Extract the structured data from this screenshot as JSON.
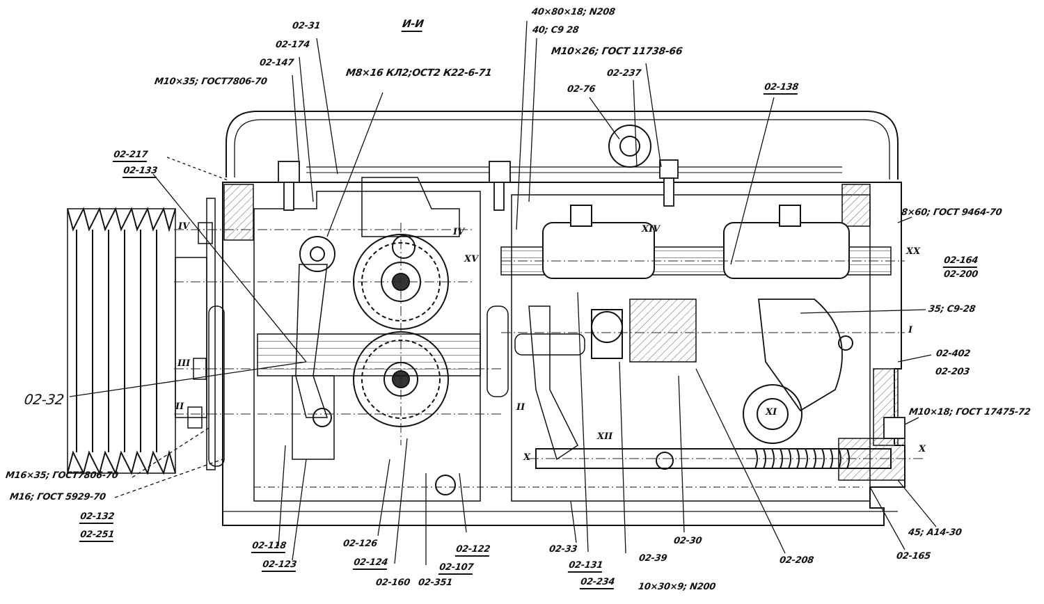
{
  "section_title": "И-И",
  "labels": {
    "p02_31": "02-31",
    "p02_174": "02-174",
    "p02_147": "02-147",
    "m10x35_top": "M10×35; ГОСТ7806-70",
    "m8x16": "M8×16 КЛ2;ОСТ2 К22-6-71",
    "bearing_40x80": "40×80×18; N208",
    "p40_c9_28": "40; C9 28",
    "m10x26": "M10×26; ГОСТ 11738-66",
    "p02_237": "02-237",
    "p02_76": "02-76",
    "p02_138": "02-138",
    "p8x60": "8×60; ГОСТ 9464-70",
    "p02_164": "02-164",
    "p02_200": "02-200",
    "p35_c9_28": "35; C9-28",
    "p02_402": "02-402",
    "p02_203": "02-203",
    "m10x18": "M10×18; ГОСТ 17475-72",
    "p45_a14_30": "45; A14-30",
    "p02_165": "02-165",
    "p02_208": "02-208",
    "p10x30": "10×30×9; N200",
    "p02_30": "02-30",
    "p02_39": "02-39",
    "p02_234": "02-234",
    "p02_131": "02-131",
    "p02_33": "02-33",
    "p02_122": "02-122",
    "p02_107": "02-107",
    "p02_351": "02-351",
    "p02_160": "02-160",
    "p02_124": "02-124",
    "p02_126": "02-126",
    "p02_123": "02-123",
    "p02_118": "02-118",
    "p02_251": "02-251",
    "p02_132": "02-132",
    "m16_gost": "M16; ГОСТ 5929-70",
    "m16x35": "M16×35; ГОСТ7806-70",
    "p02_32": "02-32",
    "p02_217": "02-217",
    "p02_133": "02-133"
  },
  "roman_marks": {
    "iv_left": "IV",
    "iii": "III",
    "ii_left": "II",
    "iv_mid": "IV",
    "xv": "XV",
    "xiv": "XIV",
    "xx": "XX",
    "i": "I",
    "ii_mid": "II",
    "x_left": "X",
    "x_right": "X",
    "xi": "XI",
    "xii": "XII"
  }
}
